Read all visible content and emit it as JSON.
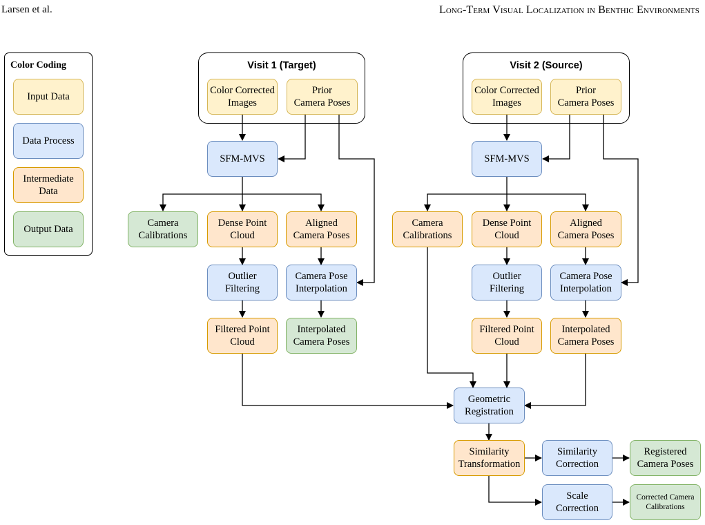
{
  "header": {
    "left": "Larsen et al.",
    "right": "Long-Term Visual Localization in Benthic Environments"
  },
  "legend": {
    "title": "Color Coding",
    "items": [
      "Input Data",
      "Data Process",
      "Intermediate\nData",
      "Output Data"
    ]
  },
  "colors": {
    "input_fill": "#fff2cc",
    "input_border": "#d6b656",
    "process_fill": "#dae8fc",
    "process_border": "#6c8ebf",
    "intermediate_fill": "#ffe6cc",
    "intermediate_border": "#d79b00",
    "output_fill": "#d5e8d4",
    "output_border": "#82b366"
  },
  "visit1": {
    "title": "Visit 1 (Target)",
    "color_corrected_images": "Color Corrected\nImages",
    "prior_camera_poses": "Prior\nCamera Poses",
    "sfm_mvs": "SFM-MVS",
    "camera_calibrations": "Camera\nCalibrations",
    "dense_point_cloud": "Dense Point\nCloud",
    "aligned_camera_poses": "Aligned\nCamera Poses",
    "outlier_filtering": "Outlier\nFiltering",
    "camera_pose_interpolation": "Camera Pose\nInterpolation",
    "filtered_point_cloud": "Filtered Point\nCloud",
    "interpolated_camera_poses": "Interpolated\nCamera Poses"
  },
  "visit2": {
    "title": "Visit 2 (Source)",
    "color_corrected_images": "Color Corrected\nImages",
    "prior_camera_poses": "Prior\nCamera Poses",
    "sfm_mvs": "SFM-MVS",
    "camera_calibrations": "Camera\nCalibrations",
    "dense_point_cloud": "Dense Point\nCloud",
    "aligned_camera_poses": "Aligned\nCamera Poses",
    "outlier_filtering": "Outlier\nFiltering",
    "camera_pose_interpolation": "Camera Pose\nInterpolation",
    "filtered_point_cloud": "Filtered Point\nCloud",
    "interpolated_camera_poses": "Interpolated\nCamera Poses"
  },
  "registration": {
    "geometric_registration": "Geometric\nRegistration",
    "similarity_transformation": "Similarity\nTransformation",
    "similarity_correction": "Similarity\nCorrection",
    "scale_correction": "Scale\nCorrection",
    "registered_camera_poses": "Registered\nCamera Poses",
    "corrected_camera_calibrations": "Corrected Camera\nCalibrations"
  }
}
